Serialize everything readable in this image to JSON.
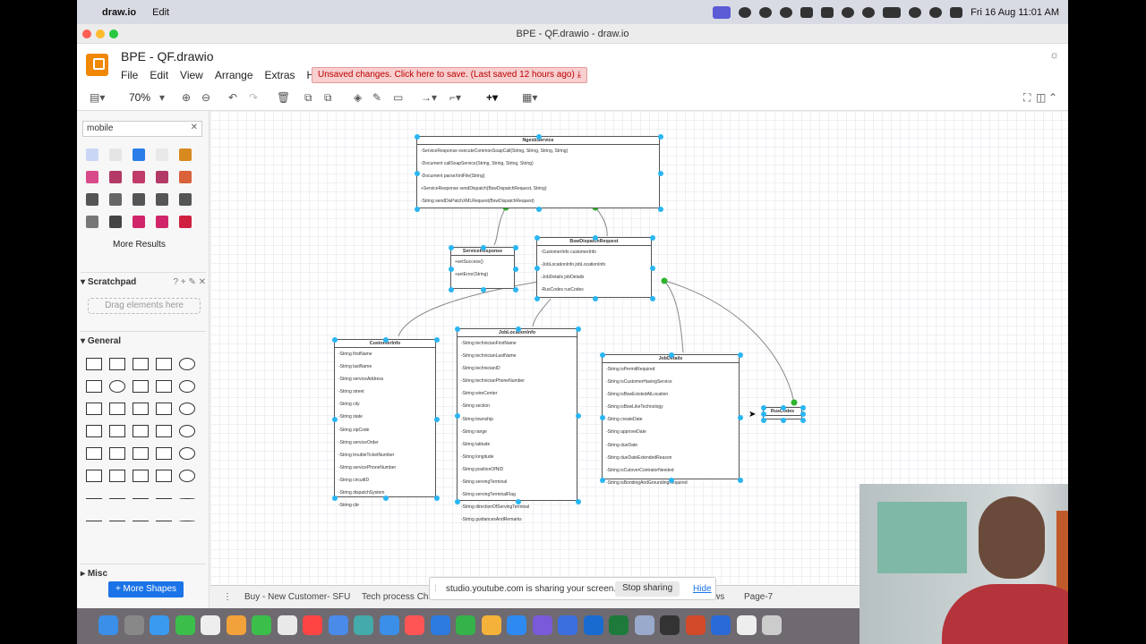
{
  "menubar": {
    "app_name": "draw.io",
    "menu": "Edit",
    "datetime": "Fri 16 Aug  11:01 AM"
  },
  "window": {
    "title": "BPE - QF.drawio - draw.io"
  },
  "header": {
    "doc_title": "BPE - QF.drawio",
    "menus": [
      "File",
      "Edit",
      "View",
      "Arrange",
      "Extras",
      "Help"
    ],
    "unsaved": "Unsaved changes. Click here to save. (Last saved 12 hours ago)"
  },
  "toolbar": {
    "zoom": "70%"
  },
  "sidebar": {
    "search_value": "mobile",
    "more_results": "More Results",
    "scratchpad": "Scratchpad",
    "drag_hint": "Drag elements here",
    "general": "General",
    "misc": "Misc",
    "more_shapes": "+ More Shapes"
  },
  "diagram": {
    "ngesb": {
      "name": "NgesbService",
      "fields": [
        "-ServiceResponse executeCommonSoapCall(String, String, String, String)",
        "-Document callSoapService(String, String, String, String)",
        "-Document parseXmlFile(String)",
        "+ServiceResponse sendDispatch(BswDispatchRequest, String)",
        "-String sendDisPatchXMLRequest(BswDispatchRequest)"
      ]
    },
    "svcresp": {
      "name": "ServiceResponse",
      "fields": [
        "+setSuccess()",
        "+setError(String)"
      ]
    },
    "bsw": {
      "name": "BswDispatchRequest",
      "fields": [
        "-CustomerInfo customerInfo",
        "-JobLocationInfo jobLocationInfo",
        "-JobDetails jobDetails",
        "-RusCodes rusCodes"
      ]
    },
    "cust": {
      "name": "CustomerInfo",
      "fields": [
        "-String firstName",
        "-String lastName",
        "-String serviceAddress",
        "-String street",
        "-String city",
        "-String state",
        "-String zipCode",
        "-String serviceOrder",
        "-String troubleTicketNumber",
        "-String servicePhoneNumber",
        "-String circuitID",
        "-String dispatchSystem",
        "-String cbr"
      ]
    },
    "jobloc": {
      "name": "JobLocationInfo",
      "fields": [
        "-String technicianFirstName",
        "-String technicianLastName",
        "-String technicianID",
        "-String technicianPhoneNumber",
        "-String wireCenter",
        "-String section",
        "-String township",
        "-String range",
        "-String latitude",
        "-String longitude",
        "-String positionOfNID",
        "-String servingTerminal",
        "-String servingTerminalFlag",
        "-String directionOfServingTerminal",
        "-String guidancesAndRemarks"
      ]
    },
    "jobdet": {
      "name": "JobDetails",
      "fields": [
        "-String isPermitRequired",
        "-String isCustomerHavingService",
        "-String isBswExistedAtLocation",
        "-String isBswLikeTechnology",
        "-String createDate",
        "-String approveDate",
        "-String dueDate",
        "-String dueDateExtendedReason",
        "-String isCutoverContratorNeeded",
        "-String isBondingAndGroundingRequired"
      ]
    },
    "rus": {
      "name": "RusCodes",
      "fields": []
    }
  },
  "tabs": {
    "t1": "Buy - New Customer- SFU",
    "t2": "Tech process Cha",
    "t3": "ws",
    "t4": "Page-7"
  },
  "share": {
    "text": "studio.youtube.com is sharing your screen.",
    "stop": "Stop sharing",
    "hide": "Hide"
  },
  "colors": {
    "accent": "#1a73e8",
    "selection": "#29b6f2",
    "unsaved_bg": "#f8cfcf"
  }
}
